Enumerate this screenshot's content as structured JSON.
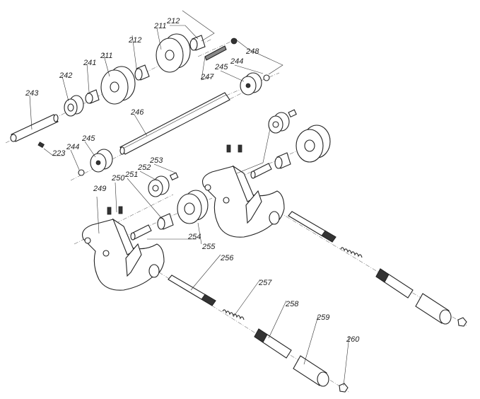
{
  "title": "Exploded parts diagram",
  "labels": {
    "p212a": "212",
    "p211a": "211",
    "p212b": "212",
    "p211b": "211",
    "p241": "241",
    "p242": "242",
    "p243": "243",
    "p246": "246",
    "p223": "223",
    "p244a": "244",
    "p245a": "245",
    "p247": "247",
    "p245b": "245",
    "p244b": "244",
    "p248": "248",
    "p249": "249",
    "p250": "250",
    "p251": "251",
    "p252": "252",
    "p253": "253",
    "p254": "254",
    "p255": "255",
    "p256": "256",
    "p257": "257",
    "p258": "258",
    "p259": "259",
    "p260": "260"
  }
}
